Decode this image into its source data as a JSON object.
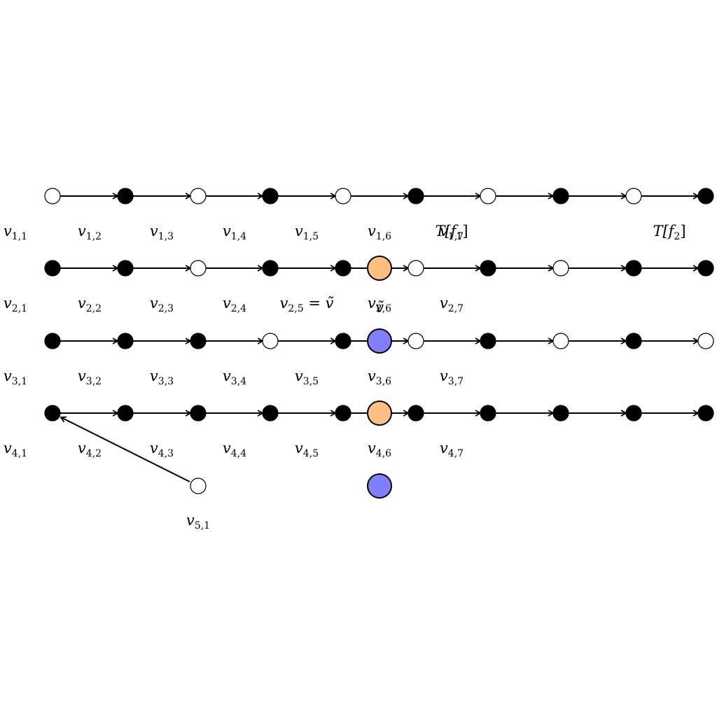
{
  "colors": {
    "filled": "#000000",
    "empty": "#ffffff",
    "orange": "#ffbf80",
    "blue": "#8080ff"
  },
  "rows": [
    {
      "nodes": [
        "empty",
        "filled",
        "empty",
        "filled",
        "empty",
        "filled",
        "empty",
        "filled",
        "empty",
        "filled"
      ],
      "labels": [
        {
          "base": "v",
          "sub": "1,1"
        },
        {
          "base": "v",
          "sub": "1,2"
        },
        {
          "base": "v",
          "sub": "1,3"
        },
        {
          "base": "v",
          "sub": "1,4"
        },
        {
          "base": "v",
          "sub": "1,5"
        },
        {
          "base": "v",
          "sub": "1,6"
        }
      ]
    },
    {
      "nodes": [
        "filled",
        "filled",
        "empty",
        "filled",
        "filled",
        "empty",
        "filled",
        "empty",
        "filled",
        "filled"
      ],
      "labels": [
        {
          "base": "v",
          "sub": "2,1"
        },
        {
          "base": "v",
          "sub": "2,2"
        },
        {
          "base": "v",
          "sub": "2,3"
        },
        {
          "base": "v",
          "sub": "2,4"
        },
        {
          "base": "v",
          "sub": "2,5",
          "suffix": " = ṽ"
        },
        {
          "base": "v",
          "sub": "2,6"
        },
        {
          "base": "v",
          "sub": "2,7"
        }
      ]
    },
    {
      "nodes": [
        "filled",
        "filled",
        "filled",
        "empty",
        "filled",
        "empty",
        "filled",
        "empty",
        "filled",
        "empty"
      ],
      "labels": [
        {
          "base": "v",
          "sub": "3,1"
        },
        {
          "base": "v",
          "sub": "3,2"
        },
        {
          "base": "v",
          "sub": "3,3"
        },
        {
          "base": "v",
          "sub": "3,4"
        },
        {
          "base": "v",
          "sub": "3,5"
        },
        {
          "base": "v",
          "sub": "3,6"
        },
        {
          "base": "v",
          "sub": "3,7"
        }
      ]
    },
    {
      "nodes": [
        "filled",
        "filled",
        "filled",
        "filled",
        "filled",
        "filled",
        "filled",
        "filled",
        "filled",
        "filled"
      ],
      "labels": [
        {
          "base": "v",
          "sub": "4,1"
        },
        {
          "base": "v",
          "sub": "4,2"
        },
        {
          "base": "v",
          "sub": "4,3"
        },
        {
          "base": "v",
          "sub": "4,4"
        },
        {
          "base": "v",
          "sub": "4,5"
        },
        {
          "base": "v",
          "sub": "4,6"
        },
        {
          "base": "v",
          "sub": "4,7"
        }
      ]
    }
  ],
  "extra_node": {
    "fill": "empty",
    "label": {
      "base": "v",
      "sub": "5,1"
    }
  },
  "highlight_nodes": [
    "orange",
    "blue",
    "orange",
    "blue"
  ],
  "overlap_labels": [
    {
      "base": "v",
      "sub": "1,7"
    },
    {
      "text": "T[f",
      "sub_tail": "1",
      "close": "]"
    },
    {
      "text": "T[f",
      "sub_tail": "2",
      "close": "]"
    },
    {
      "text": "ṽ"
    }
  ]
}
